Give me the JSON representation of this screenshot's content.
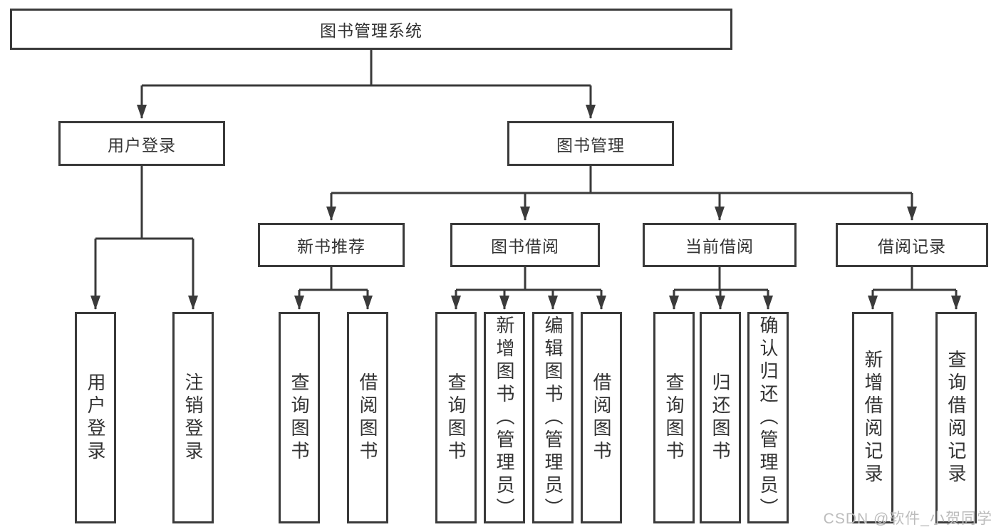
{
  "diagram_type": "hierarchy-tree",
  "tree": {
    "label": "图书管理系统",
    "children": [
      {
        "label": "用户登录",
        "children": [
          {
            "label": "用户登录"
          },
          {
            "label": "注销登录"
          }
        ]
      },
      {
        "label": "图书管理",
        "children": [
          {
            "label": "新书推荐",
            "children": [
              {
                "label": "查询图书"
              },
              {
                "label": "借阅图书"
              }
            ]
          },
          {
            "label": "图书借阅",
            "children": [
              {
                "label": "查询图书"
              },
              {
                "label": "新增图书（管理员）"
              },
              {
                "label": "编辑图书（管理员）"
              },
              {
                "label": "借阅图书"
              }
            ]
          },
          {
            "label": "当前借阅",
            "children": [
              {
                "label": "查询图书"
              },
              {
                "label": "归还图书"
              },
              {
                "label": "确认归还（管理员）"
              }
            ]
          },
          {
            "label": "借阅记录",
            "children": [
              {
                "label": "新增借阅记录"
              },
              {
                "label": "查询借阅记录"
              }
            ]
          }
        ]
      }
    ]
  },
  "watermark": {
    "text": "CSDN @软件_小贺同学"
  },
  "colors": {
    "line": "#3a3a3a",
    "box_border": "#3a3a3a",
    "text": "#333333",
    "watermark": "#bcbcbc",
    "background": "#ffffff"
  }
}
